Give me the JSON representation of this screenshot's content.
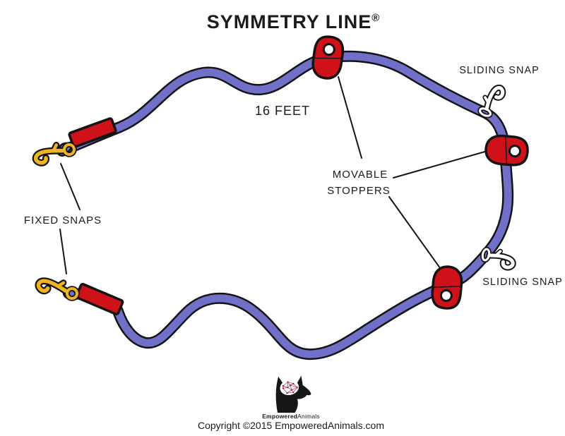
{
  "title": {
    "text": "SYMMETRY LINE",
    "registered": "®"
  },
  "labels": {
    "length": "16 FEET",
    "sliding_snap_top": "SLIDING SNAP",
    "sliding_snap_bottom": "SLIDING SNAP",
    "movable_stoppers_line1": "MOVABLE",
    "movable_stoppers_line2": "STOPPERS",
    "fixed_snaps": "FIXED SNAPS"
  },
  "footer": {
    "logo_brand_bold": "Empowered",
    "logo_brand_light": "Animals",
    "copyright": "Copyright ©2015 EmpoweredAnimals.com"
  },
  "diagram": {
    "parts": [
      "rope-16-feet",
      "fixed-snap-upper-left",
      "fixed-snap-lower-left",
      "sliding-snap-upper-right",
      "sliding-snap-lower-right",
      "movable-stopper-top",
      "movable-stopper-right",
      "movable-stopper-bottom"
    ]
  },
  "colors": {
    "rope": "#7170c9",
    "outline": "#141414",
    "red": "#cf1119",
    "gold": "#eeb422",
    "snap-white": "#ffffff",
    "text": "#1b1b1b",
    "brain-line": "#b3496d",
    "brain-dot": "#8f2446"
  }
}
